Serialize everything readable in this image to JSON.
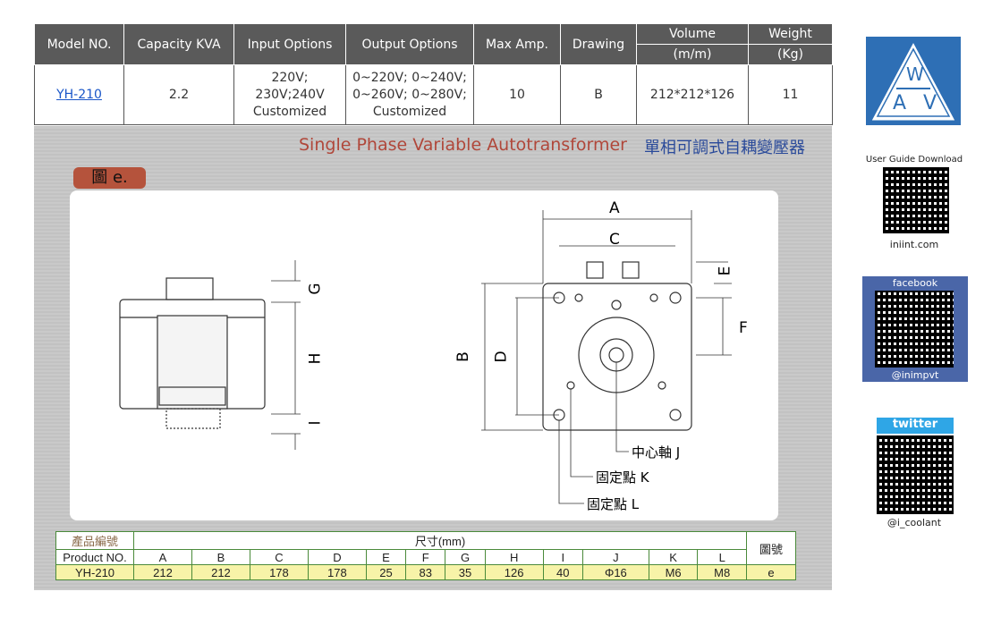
{
  "spec_table": {
    "headers": [
      "Model NO.",
      "Capacity KVA",
      "Input Options",
      "Output Options",
      "Max Amp.",
      "Drawing",
      "Volume",
      "Weight"
    ],
    "subheaders": {
      "volume": "(m/m)",
      "weight": "(Kg)"
    },
    "row": {
      "model": "YH-210",
      "capacity": "2.2",
      "input": [
        "220V;",
        "230V;240V",
        "Customized"
      ],
      "output": [
        "0~220V; 0~240V;",
        "0~260V; 0~280V;",
        "Customized"
      ],
      "max_amp": "10",
      "drawing": "B",
      "volume": "212*212*126",
      "weight": "11"
    }
  },
  "drawing": {
    "title_en": "Single Phase Variable Autotransformer",
    "title_zh": "單相可調式自耦變壓器",
    "badge": "圖 e.",
    "labels": {
      "a": "A",
      "b": "B",
      "c": "C",
      "d": "D",
      "e": "E",
      "f": "F",
      "g": "G",
      "h": "H",
      "i": "I",
      "j": "中心軸 J",
      "k": "固定點 K",
      "l": "固定點 L"
    }
  },
  "dims_table": {
    "product_zh": "產品編號",
    "product_en": "Product NO.",
    "size_label": "尺寸(mm)",
    "fig_label": "圖號",
    "columns": [
      "A",
      "B",
      "C",
      "D",
      "E",
      "F",
      "G",
      "H",
      "I",
      "J",
      "K",
      "L"
    ],
    "model": "YH-210",
    "values": [
      "212",
      "212",
      "178",
      "178",
      "25",
      "83",
      "35",
      "126",
      "40",
      "Φ16",
      "M6",
      "M8"
    ],
    "fig": "e"
  },
  "sidebar": {
    "logo_top": "W",
    "logo_bottom": "A V",
    "guide_label": "User Guide Download",
    "guide_site": "iniint.com",
    "facebook_label": "facebook",
    "facebook_handle": "@inimpvt",
    "twitter_label": "twitter",
    "twitter_handle": "@i_coolant"
  },
  "colors": {
    "header": "#5a5a5a",
    "brand_blue": "#2e6fb5",
    "facebook": "#4a66a8",
    "twitter": "#2fa6e6",
    "badge": "#b5533c"
  }
}
